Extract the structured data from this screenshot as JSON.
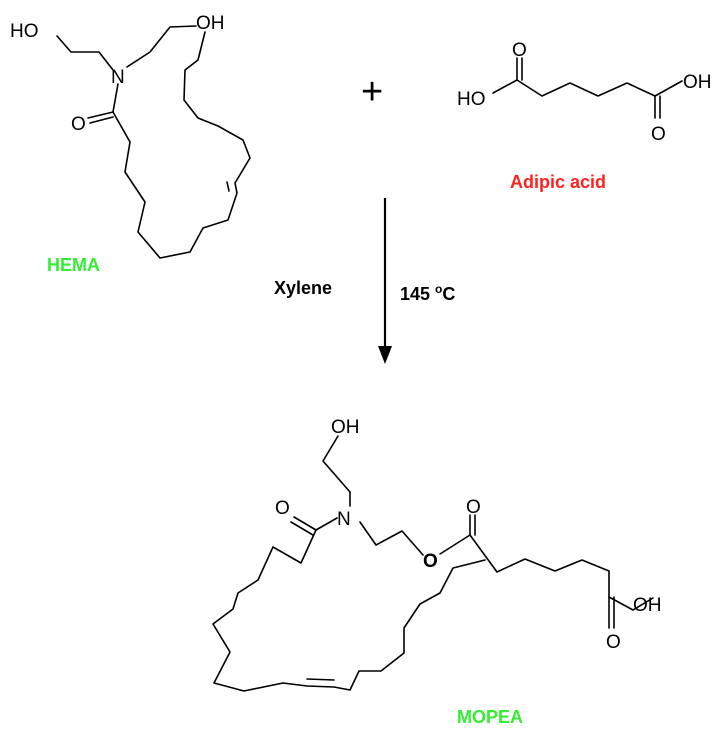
{
  "reactants": {
    "hema": {
      "label": "HEMA",
      "label_color": "#33ee33",
      "atoms": {
        "oh_left": "HO",
        "oh_right": "OH",
        "nitrogen": "N",
        "carbonyl_o": "O"
      }
    },
    "plus_sign": "+",
    "adipic_acid": {
      "label": "Adipic acid",
      "label_color": "#ff2222",
      "atoms": {
        "oh_left": "HO",
        "oh_right": "OH",
        "carbonyl_o_left": "O",
        "carbonyl_o_right": "O"
      }
    }
  },
  "conditions": {
    "solvent": "Xylene",
    "temperature_value": "145 ",
    "temperature_degree": "o",
    "temperature_unit": "C"
  },
  "product": {
    "label": "MOPEA",
    "label_color": "#33ee33",
    "atoms": {
      "oh_top": "OH",
      "nitrogen": "N",
      "amide_o": "O",
      "ester_o": "O",
      "ester_carbonyl_o": "O",
      "acid_oh": "OH",
      "acid_carbonyl_o": "O"
    }
  }
}
